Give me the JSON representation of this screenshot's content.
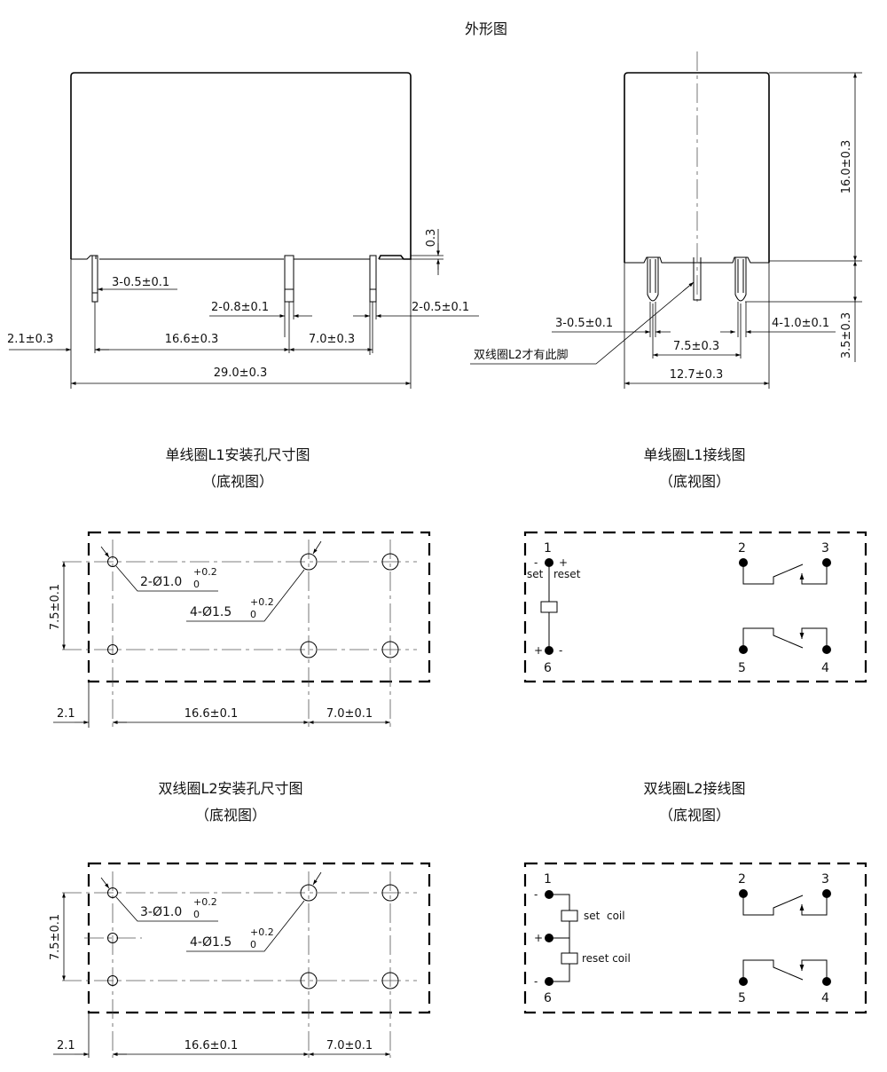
{
  "titles": {
    "outline": "外形图",
    "l1_mount": "单线圈L1安装孔尺寸图",
    "l1_wiring": "单线圈L1接线图",
    "l2_mount": "双线圈L2安装孔尺寸图",
    "l2_wiring": "双线圈L2接线图",
    "bottom_view": "（底视图）"
  },
  "front_view": {
    "dim_pin_width": "3-0.5±0.1",
    "dim_pin_08": "2-0.8±0.1",
    "dim_pin_05": "2-0.5±0.1",
    "dim_gap": "0.3",
    "dim_offset": "2.1±0.3",
    "dim_pitch1": "16.6±0.3",
    "dim_pitch2": "7.0±0.3",
    "dim_length": "29.0±0.3"
  },
  "side_view": {
    "dim_height": "16.0±0.3",
    "dim_pin_width": "3-0.5±0.1",
    "dim_pin_10": "4-1.0±0.1",
    "dim_pin_len": "3.5±0.3",
    "dim_pitch": "7.5±0.3",
    "dim_width": "12.7±0.3",
    "note_l2_pin": "双线圈L2才有此脚"
  },
  "l1_mount": {
    "hole_small": "2-Ø1.0",
    "hole_large": "4-Ø1.5",
    "tol_upper": "+0.2",
    "tol_lower": "0",
    "dim_row": "7.5±0.1",
    "dim_offset": "2.1",
    "dim_pitch1": "16.6±0.1",
    "dim_pitch2": "7.0±0.1"
  },
  "l2_mount": {
    "hole_small": "3-Ø1.0",
    "hole_large": "4-Ø1.5",
    "tol_upper": "+0.2",
    "tol_lower": "0",
    "dim_row": "7.5±0.1",
    "dim_offset": "2.1",
    "dim_pitch1": "16.6±0.1",
    "dim_pitch2": "7.0±0.1"
  },
  "l1_wiring": {
    "pins": [
      "1",
      "2",
      "3",
      "4",
      "5",
      "6"
    ],
    "minus": "-",
    "plus": "+",
    "set": "set",
    "reset": "reset"
  },
  "l2_wiring": {
    "pins": [
      "1",
      "2",
      "3",
      "4",
      "5",
      "6"
    ],
    "minus": "-",
    "plus": "+",
    "set_coil": "set  coil",
    "reset_coil": "reset coil"
  }
}
